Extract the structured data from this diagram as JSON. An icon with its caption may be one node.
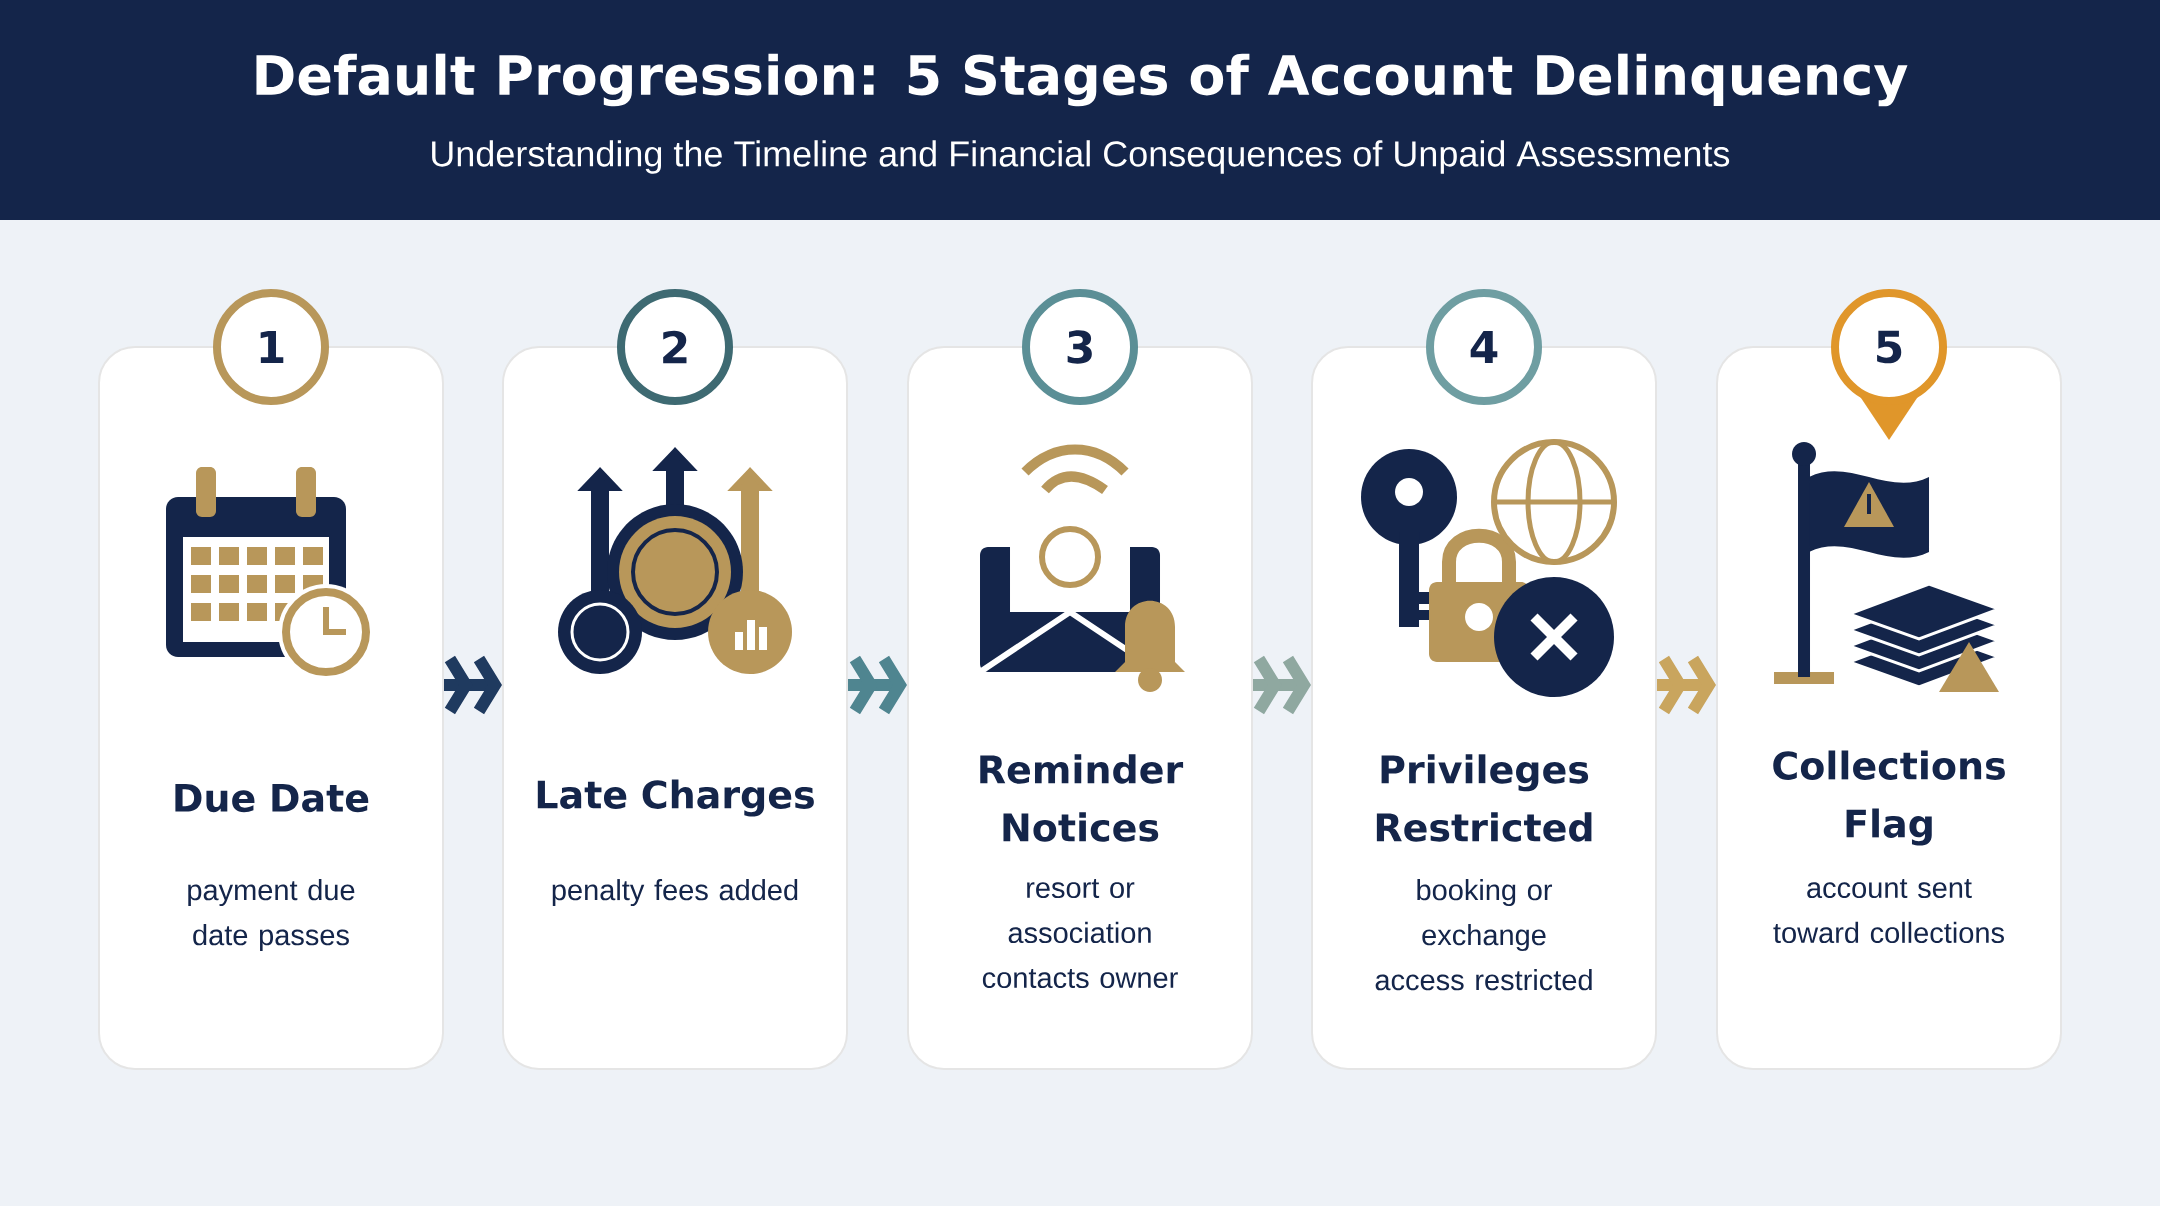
{
  "diagram": {
    "title": "Default Progression: 5 Stages of Account Delinquency",
    "caption": "Understanding the Timeline and Financial Consequences of Unpaid Assessments",
    "nodes": [
      {
        "text": [
          "1",
          "Due Date",
          "payment due date passes"
        ]
      },
      {
        "text": [
          "2",
          "Late Charges",
          "penalty fees added"
        ]
      },
      {
        "text": [
          "3",
          "Reminder Notices",
          "resort or association contacts owner"
        ]
      },
      {
        "text": [
          "4",
          "Privileges Restricted",
          "booking or exchange access restricted"
        ]
      },
      {
        "text": [
          "5",
          "Collections Flag",
          "account sent toward collections"
        ]
      }
    ],
    "edges": [
      {
        "from": 0,
        "to": 1,
        "arrow": "to",
        "color": "#1f3a5f"
      },
      {
        "from": 1,
        "to": 2,
        "arrow": "to",
        "color": "#4f8590"
      },
      {
        "from": 2,
        "to": 3,
        "arrow": "to",
        "color": "#8fa8a0"
      },
      {
        "from": 3,
        "to": 4,
        "arrow": "to",
        "color": "#c9a55e"
      }
    ]
  }
}
